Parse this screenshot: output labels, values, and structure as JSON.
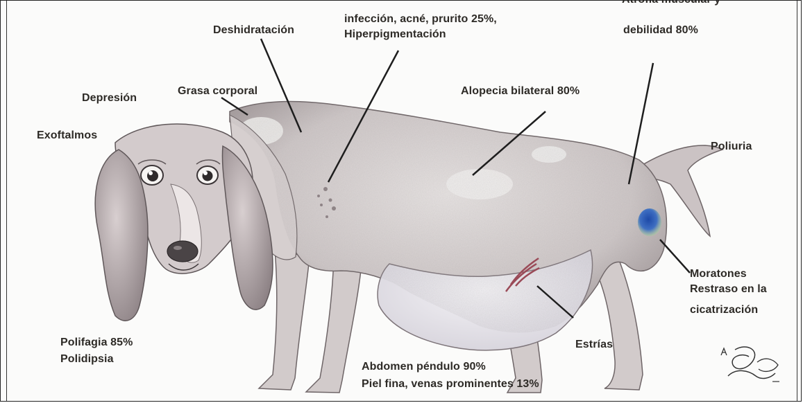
{
  "labels": {
    "deshidratacion": "Deshidratación",
    "infeccion_line1": "infección, acné, prurito 25%,",
    "infeccion_line2": "Hiperpigmentación",
    "atrofia_partial": "Atrofia muscular y",
    "debilidad": "debilidad 80%",
    "depresion": "Depresión",
    "grasa_corporal": "Grasa corporal",
    "exoftalmos": "Exoftalmos",
    "alopecia": "Alopecia bilateral 80%",
    "poliuria": "Poliuria",
    "moratones": "Moratones",
    "retraso_line1": "Restraso en la",
    "retraso_line2": "cicatrización",
    "polifagia": "Polifagia 85%",
    "polidipsia": "Polidipsia",
    "estrias": "Estrías",
    "abdomen": "Abdomen péndulo 90%",
    "piel_fina": "Piel fina, venas prominentes 13%"
  },
  "colors": {
    "text": "#2d2a26",
    "leader": "#1e1e1e",
    "bruise": "#2d5fb0"
  }
}
